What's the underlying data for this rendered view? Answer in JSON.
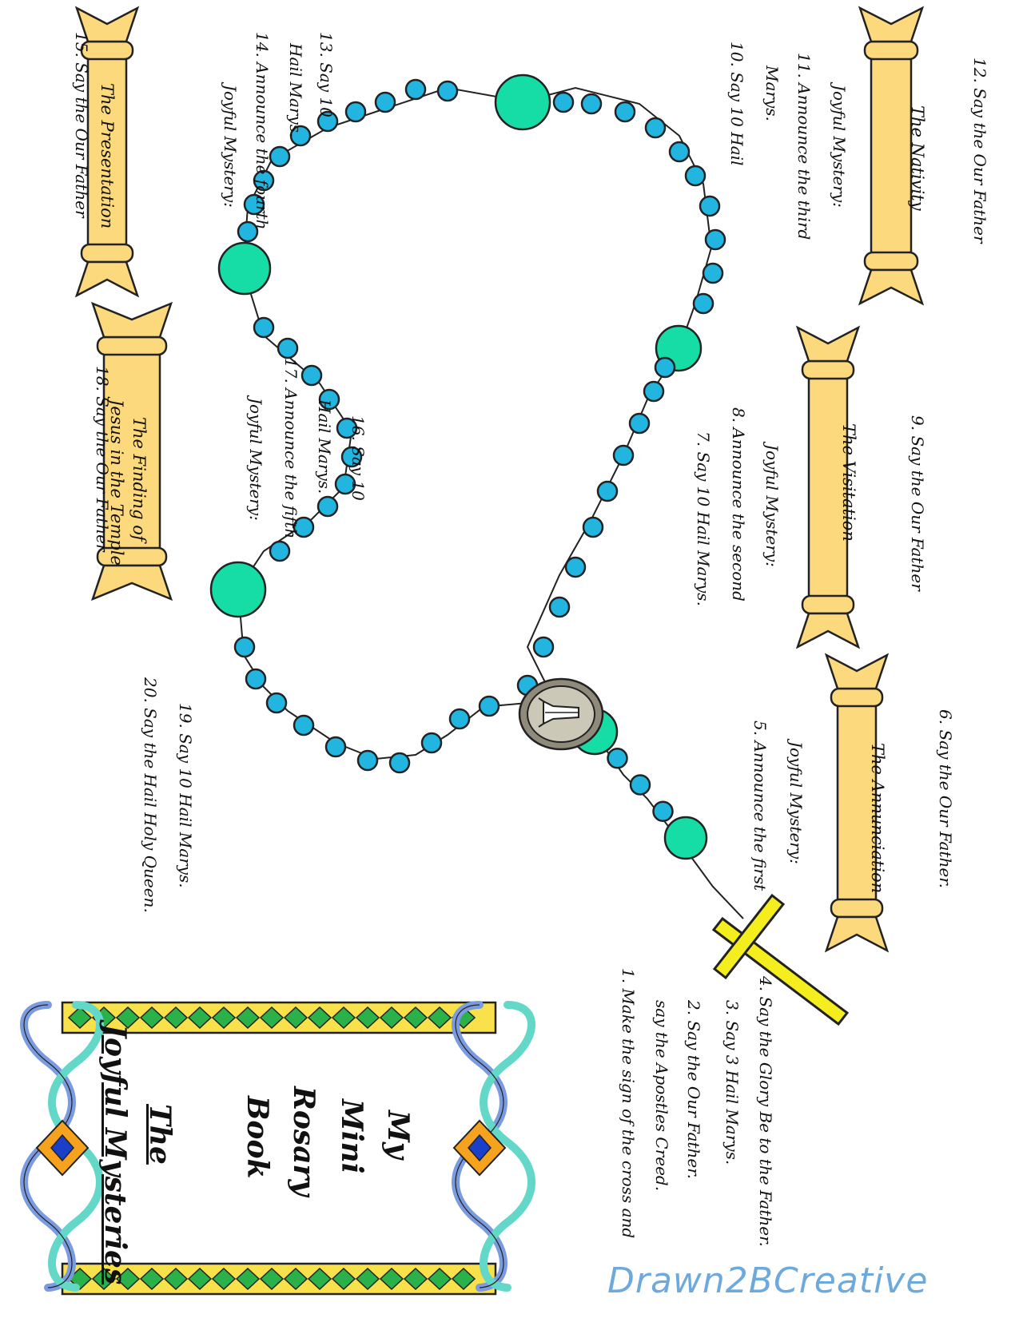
{
  "watermark": "Drawn2BCreative",
  "title_page": {
    "line1": "My",
    "line2": "Mini",
    "line3": "Rosary",
    "line4": "Book",
    "line5": "The",
    "line6": "Joyful Mysteries"
  },
  "steps": {
    "s1a": "1. Make the sign of the cross and",
    "s1b": "say the Apostles Creed.",
    "s2": "2. Say the Our Father.",
    "s3": "3. Say 3 Hail Marys.",
    "s4": "4. Say the Glory Be to the Father.",
    "s5a": "5. Announce the first",
    "s5b": "Joyful  Mystery:",
    "s6": "6. Say the Our Father.",
    "s7": "7. Say 10 Hail Marys.",
    "s8a": "8. Announce the  second",
    "s8b": "Joyful Mystery:",
    "s9": "9. Say the Our Father",
    "s10a": "10. Say 10 Hail",
    "s10b": "Marys.",
    "s11a": "11. Announce the  third",
    "s11b": "Joyful Mystery:",
    "s12": "12. Say the Our Father",
    "s13a": "13. Say 10",
    "s13b": "Hail Marys.",
    "s14a": "14. Announce the fourth",
    "s14b": "Joyful Mystery:",
    "s15": "15. Say the Our Father",
    "s16a": "16. Say 10",
    "s16b": "Hail Marys.",
    "s17a": "17. Announce the  fifth",
    "s17b": "Joyful Mystery:",
    "s18": "18. Say the Our Father",
    "s19": "19. Say 10 Hail Marys.",
    "s20": "20. Say the Hail Holy Queen."
  },
  "mysteries": {
    "m1": "The Annunciation",
    "m2": "The Visitation",
    "m3": "The Nativity",
    "m4": "The Presentation",
    "m5a": "The Finding of",
    "m5b": "Jesus in the Temple"
  },
  "colors": {
    "small_bead": "#22b5e0",
    "large_bead": "#16dca6",
    "cross": "#f5ee1e",
    "scroll": "#fcd97c",
    "frame_gold": "#f8e14a",
    "frame_green": "#2bb14a",
    "frame_blue": "#7b9be0",
    "frame_teal": "#63d8c8"
  }
}
